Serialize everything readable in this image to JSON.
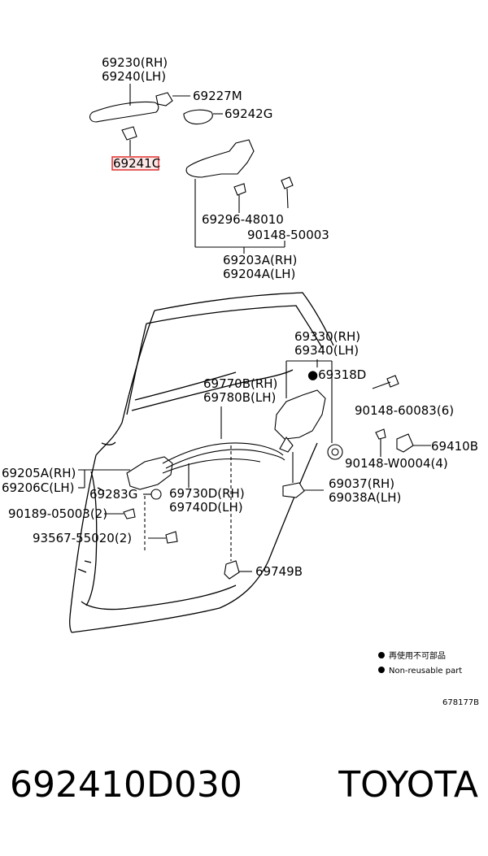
{
  "labels": {
    "p69230": "69230(RH)",
    "p69240": "69240(LH)",
    "p69227": "69227M",
    "p69242": "69242G",
    "p69241": "69241C",
    "p69296": "69296-48010",
    "p90148_50003": "90148-50003",
    "p69203": "69203A(RH)",
    "p69204": "69204A(LH)",
    "p69330": "69330(RH)",
    "p69340": "69340(LH)",
    "p69318": "●69318D",
    "p69770": "69770B(RH)",
    "p69780": "69780B(LH)",
    "p90148_60083": "90148-60083(6)",
    "p69410": "69410B",
    "p90148_W0004": "90148-W0004(4)",
    "p69205": "69205A(RH)",
    "p69206": "69206C(LH)",
    "p69283": "69283G",
    "p69730": "69730D(RH)",
    "p69740": "69740D(LH)",
    "p69037": "69037(RH)",
    "p69038": "69038A(LH)",
    "p90189": "90189-05003(2)",
    "p93567": "93567-55020(2)",
    "p69749": "69749B"
  },
  "legend": {
    "line1": "再使用不可部品",
    "line2": "Non-reusable part"
  },
  "diagram_code": "678177B",
  "footer": {
    "part_number": "692410D030",
    "brand": "TOYOTA"
  },
  "highlight_color": "#e23b3b"
}
